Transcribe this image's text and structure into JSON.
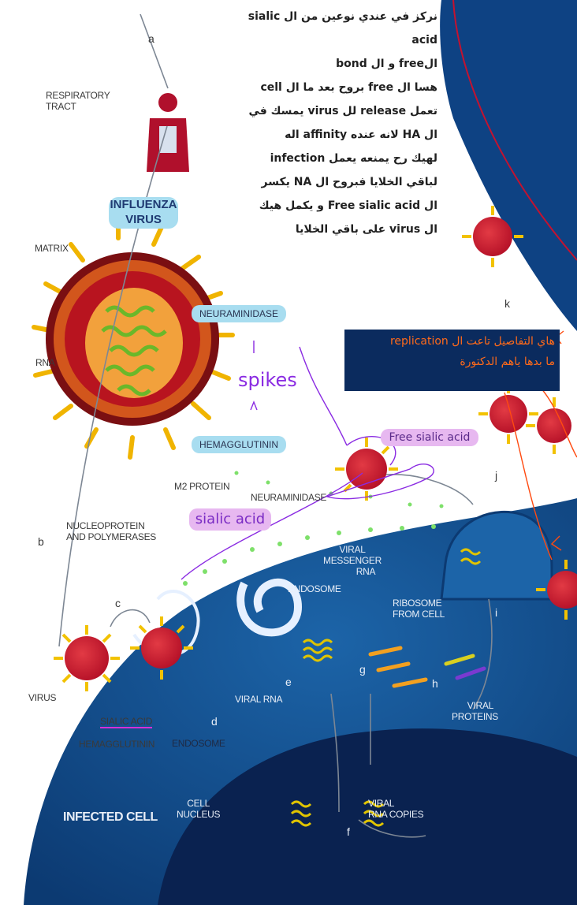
{
  "diagram": {
    "labels": {
      "respiratory_tract": [
        "RESPIRATORY",
        "TRACT"
      ],
      "influenza_virus": [
        "INFLUENZA",
        "VIRUS"
      ],
      "matrix": "MATRIX",
      "rna": "RNA",
      "neuraminidase_1": "NEURAMINIDASE",
      "hemagglutinin_1": "HEMAGGLUTININ",
      "m2_protein": "M2 PROTEIN",
      "nucleoprotein": [
        "NUCLEOPROTEIN",
        "AND POLYMERASES"
      ],
      "neuraminidase_2": "NEURAMINIDASE",
      "viral_messenger_rna": [
        "VIRAL",
        "MESSENGER",
        "RNA"
      ],
      "endosome_1": "ENDOSOME",
      "ribosome": [
        "RIBOSOME",
        "FROM CELL"
      ],
      "virus": "VIRUS",
      "viral_rna": "VIRAL RNA",
      "viral_proteins": [
        "VIRAL",
        "PROTEINS"
      ],
      "sialic_acid": "SIALIC ACID",
      "hemagglutinin_2": "HEMAGGLUTININ",
      "endosome_2": "ENDOSOME",
      "infected_cell": "INFECTED CELL",
      "cell_nucleus": [
        "CELL",
        "NUCLEUS"
      ],
      "viral_rna_copies": [
        "VIRAL",
        "RNA COPIES"
      ]
    },
    "step_letters": {
      "a": "a",
      "b": "b",
      "c": "c",
      "d": "d",
      "e": "e",
      "f": "f",
      "g": "g",
      "h": "h",
      "i": "i",
      "j": "j",
      "k": "k"
    }
  },
  "annotations": {
    "note_lines": [
      "نركز في عندي نوعين من ال sialic",
      "acid",
      "الfree و ال bond",
      "هسا ال free بروح بعد ما ال cell",
      "تعمل release لل virus يمسك في",
      "ال HA لانه عنده affinity اله",
      "لهيك رح يمنعه يعمل infection",
      "لباقي الخلايا فبروح ال NA يكسر",
      "ال Free sialic acid و يكمل هيك",
      "ال virus على باقي الخلايا"
    ],
    "box_lines": [
      "هاي التفاصيل تاعت ال replication",
      "ما بدها ياهم الدكتورة"
    ],
    "spikes": "spikes",
    "free_sialic_acid": "Free sialic acid",
    "sialic_acid": "sialic acid"
  },
  "colors": {
    "cell_blue": "#0d3f7a",
    "nucleus_navy": "#0a2250",
    "virus_red": "#c4122f",
    "spike_yellow": "#f2c200",
    "highlight_blue": "#a8ddf0",
    "highlight_pink": "#e7b8f0",
    "ink_purple": "#8a2be2",
    "ink_orange": "#ff4a10",
    "box_navy": "#0b2b5e"
  }
}
